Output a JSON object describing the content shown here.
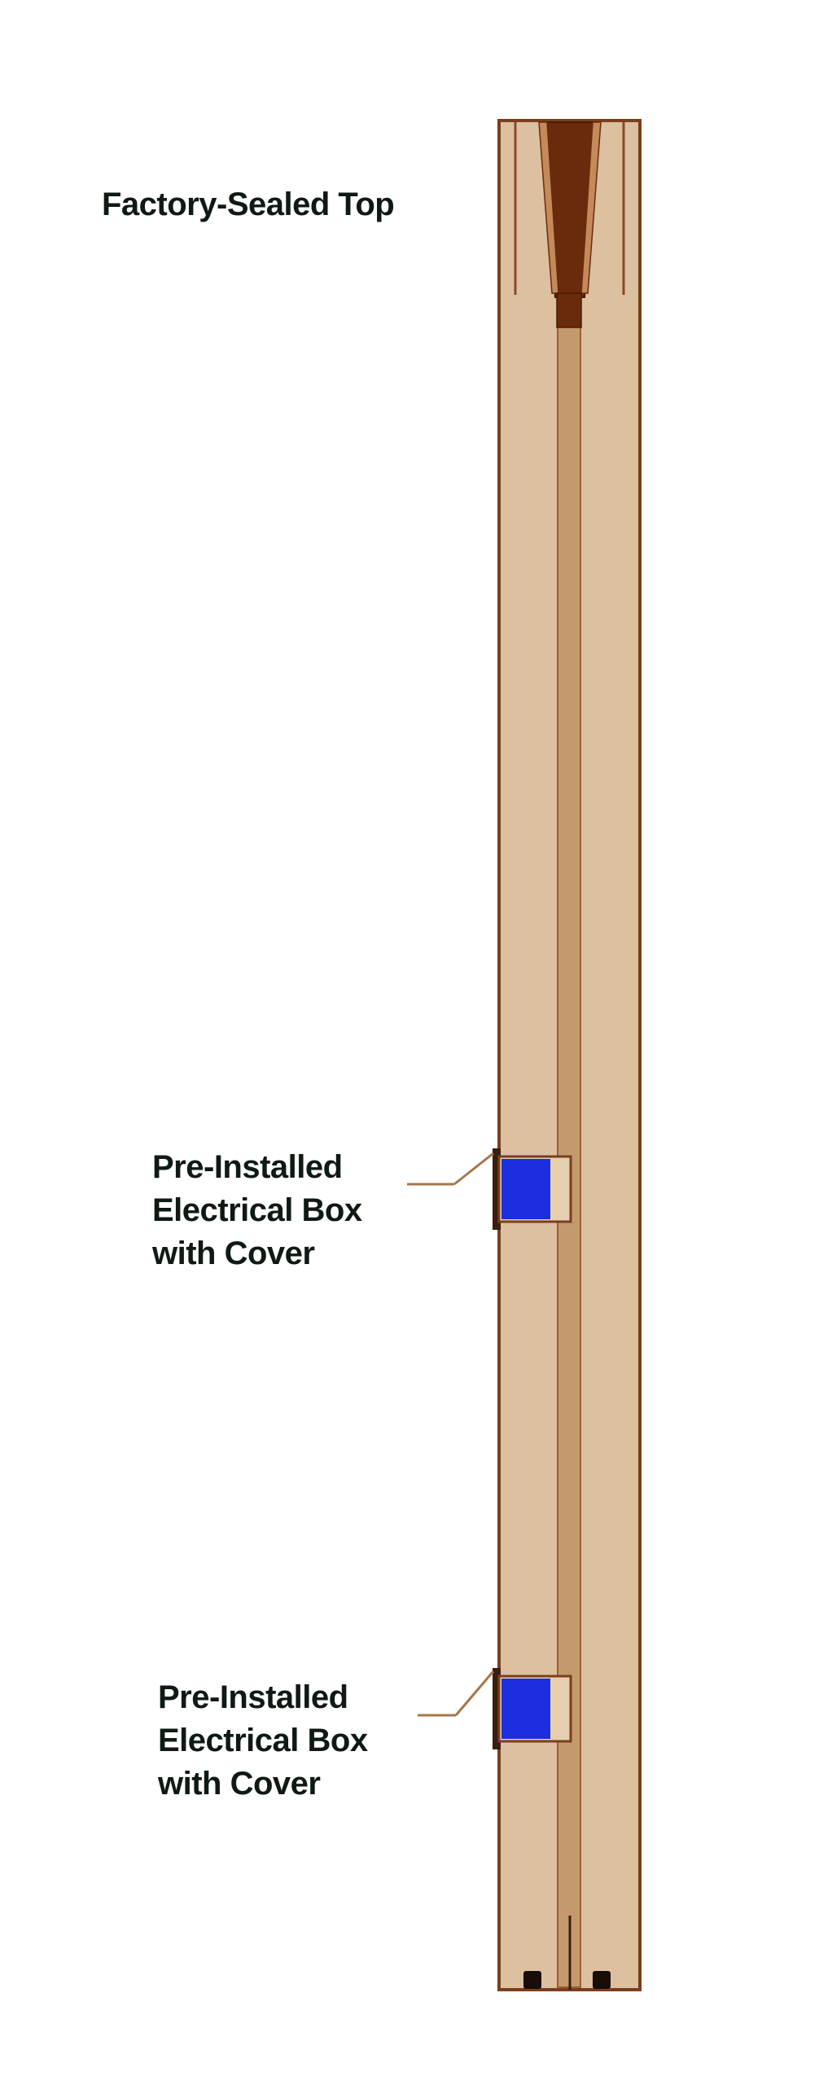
{
  "labels": {
    "top": {
      "line1": "Factory-Sealed Top"
    },
    "box_upper": {
      "line1": "Pre-Installed",
      "line2": "Electrical Box",
      "line3": "with Cover"
    },
    "box_lower": {
      "line1": "Pre-Installed",
      "line2": "Electrical Box",
      "line3": "with Cover"
    }
  },
  "colors": {
    "pole_fill": "#dcc0a0",
    "pole_outline": "#7a3f1d",
    "center_channel": "#c4996d",
    "sealed_top_dark": "#6a2a0c",
    "electrical_box_blue": "#1a2ee0",
    "leader_line": "#a8754a",
    "label_text": "#0f1a12"
  }
}
